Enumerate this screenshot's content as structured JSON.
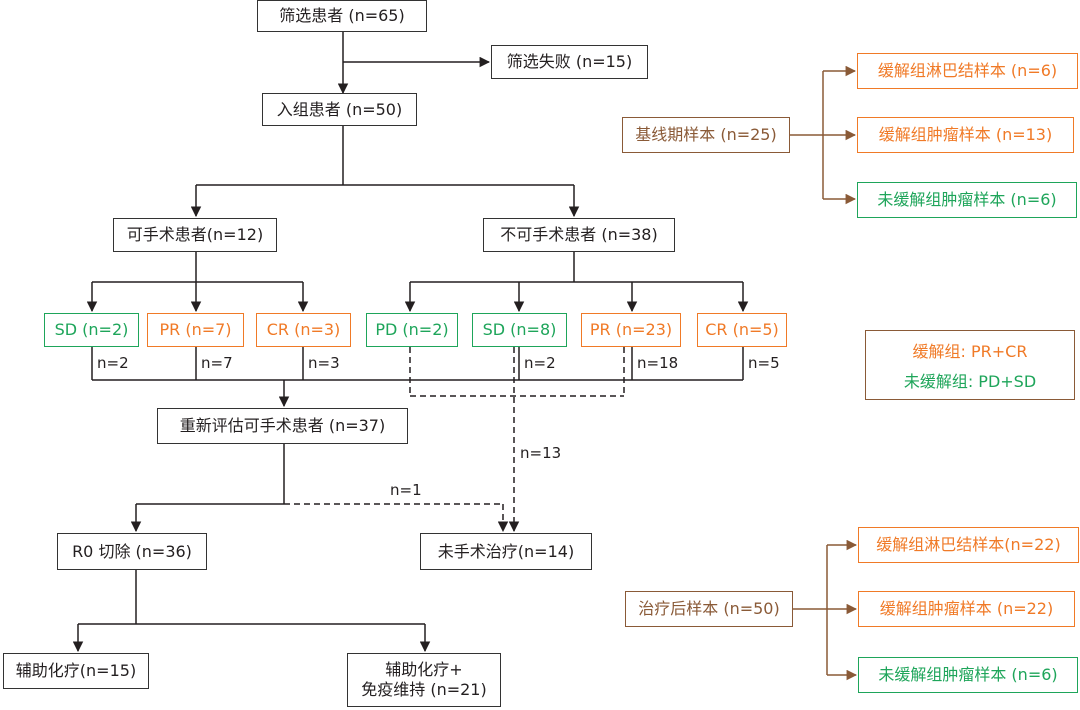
{
  "boxes": {
    "screened": "筛选患者 (n=65)",
    "screen_fail": "筛选失败 (n=15)",
    "enrolled": "入组患者 (n=50)",
    "operable": "可手术患者(n=12)",
    "inoperable": "不可手术患者 (n=38)",
    "op_sd": "SD (n=2)",
    "op_pr": "PR (n=7)",
    "op_cr": "CR (n=3)",
    "in_pd": "PD (n=2)",
    "in_sd": "SD (n=8)",
    "in_pr": "PR (n=23)",
    "in_cr": "CR (n=5)",
    "reassess": "重新评估可手术患者 (n=37)",
    "r0": "R0 切除 (n=36)",
    "no_surgery": "未手术治疗(n=14)",
    "adj_chemo": "辅助化疗(n=15)",
    "adj_chemo_immuno_1": "辅助化疗+",
    "adj_chemo_immuno_2": "免疫维持 (n=21)",
    "baseline": "基线期样本 (n=25)",
    "base_resp_ln": "缓解组淋巴结样本 (n=6)",
    "base_resp_tumor": "缓解组肿瘤样本 (n=13)",
    "base_nonresp_tumor": "未缓解组肿瘤样本 (n=6)",
    "post": "治疗后样本 (n=50)",
    "post_resp_ln": "缓解组淋巴结样本(n=22)",
    "post_resp_tumor": "缓解组肿瘤样本 (n=22)",
    "post_nonresp_tumor": "未缓解组肿瘤样本 (n=6)"
  },
  "flow_labels": {
    "op_sd_n": "n=2",
    "op_pr_n": "n=7",
    "op_cr_n": "n=3",
    "in_sd_n": "n=2",
    "in_pr_n": "n=18",
    "in_cr_n": "n=5",
    "to_no_surgery_n": "n=13",
    "reassess_to_no_surgery_n": "n=1"
  },
  "legend": {
    "responders": "缓解组: PR+CR",
    "non_responders": "未缓解组: PD+SD"
  },
  "colors": {
    "black": "#231f20",
    "green": "#1ea55a",
    "orange": "#f07a27",
    "brown": "#8a5a37"
  }
}
